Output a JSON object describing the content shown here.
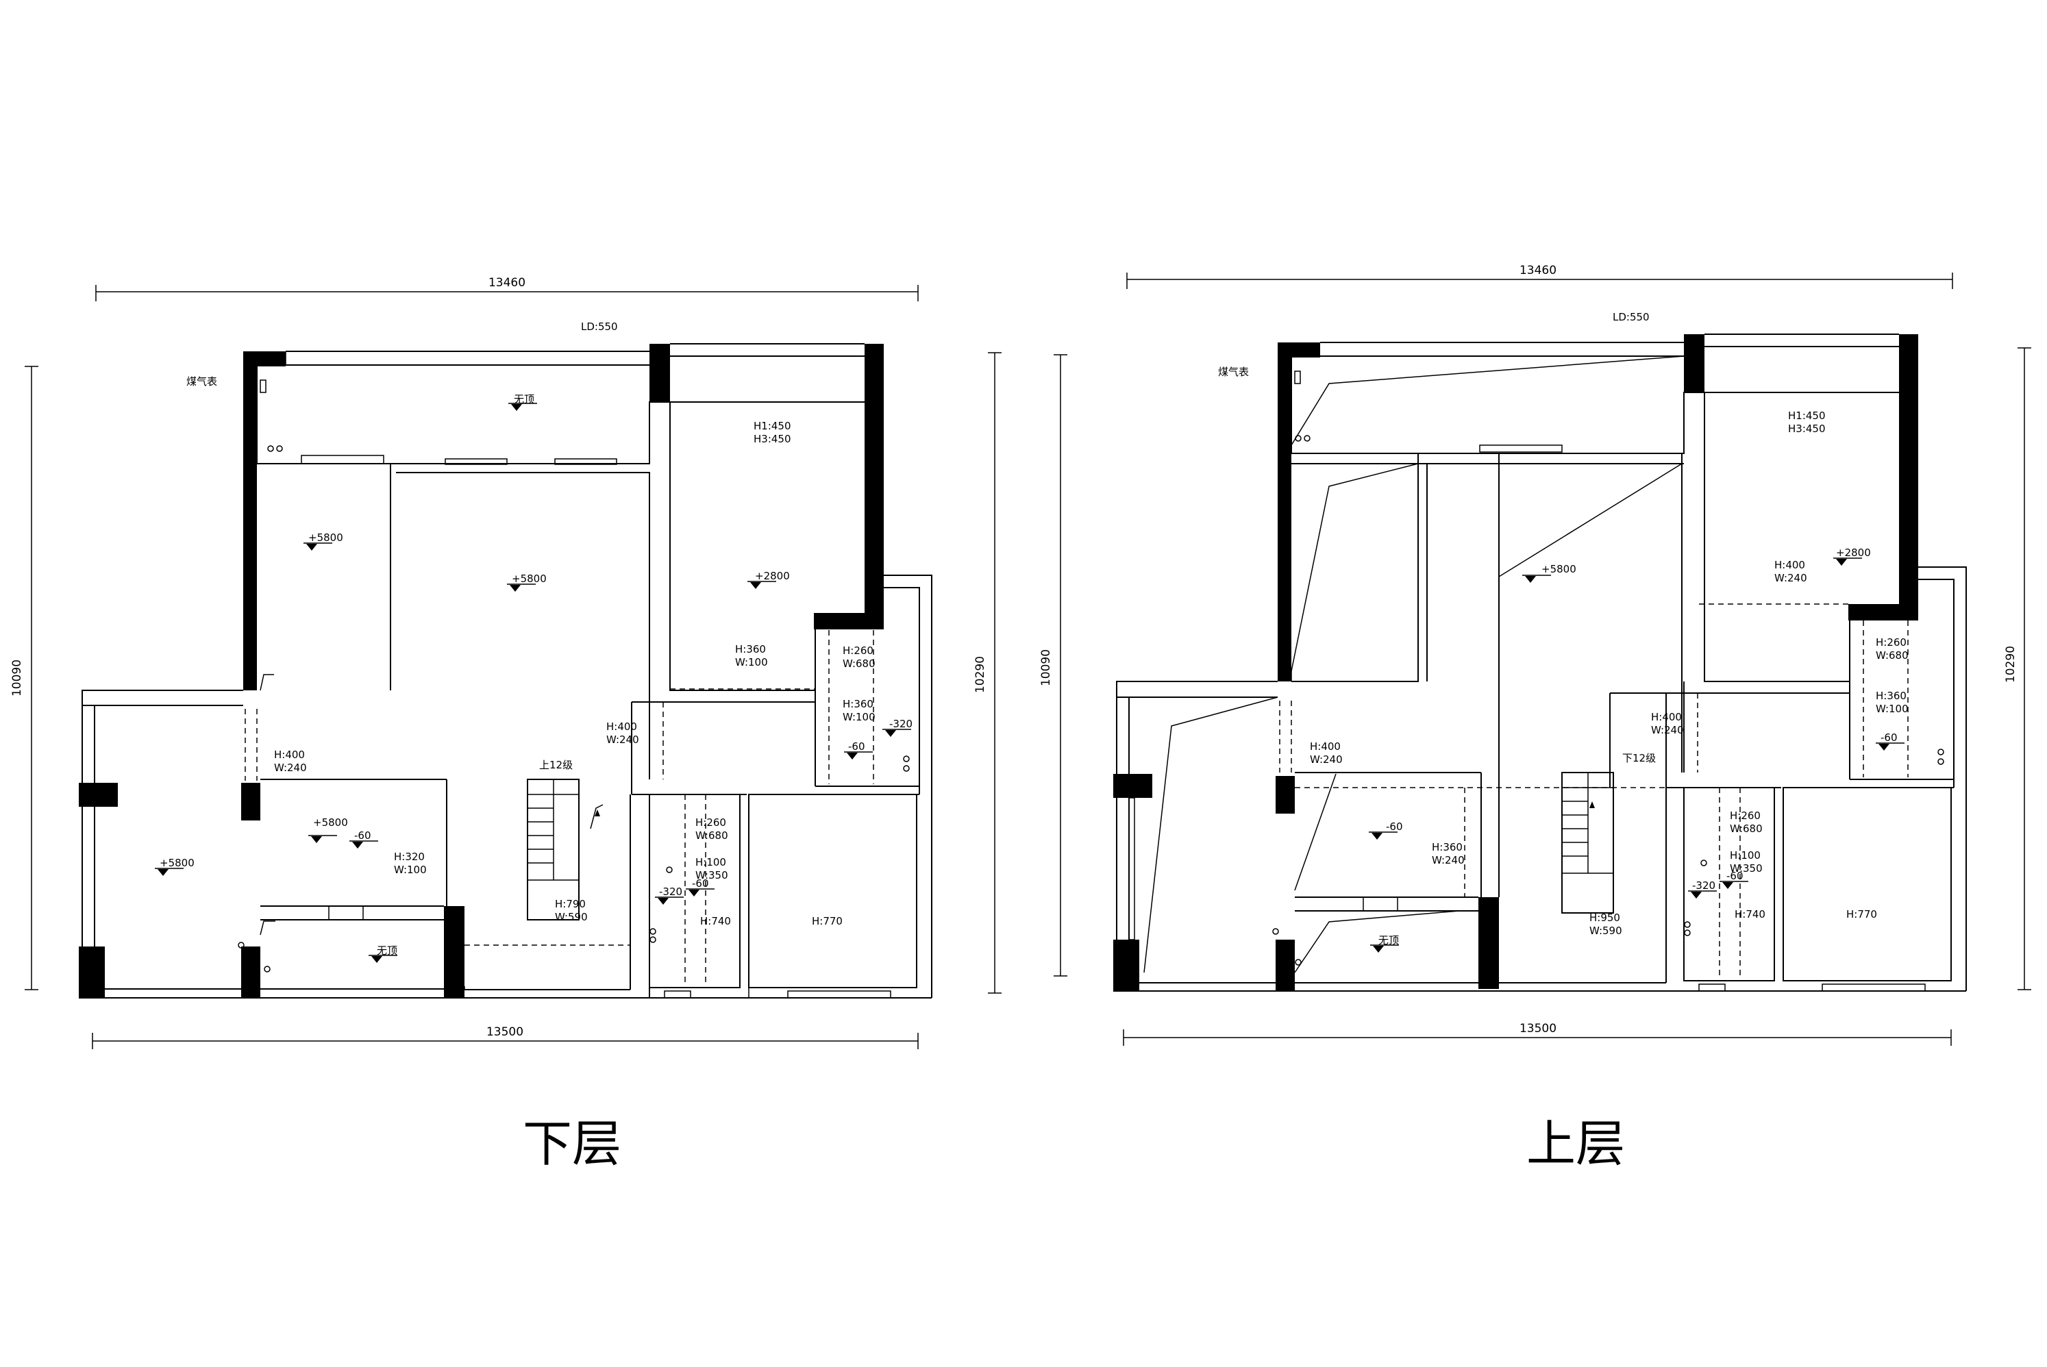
{
  "plans": [
    {
      "id": "lower",
      "title": "下层",
      "dims": {
        "top": "13460",
        "bottom": "13500",
        "left": "10090",
        "right": "10290"
      },
      "labels": {
        "gas_meter": "煤气表",
        "ld": "LD:550",
        "no_ceiling_top": "无顶",
        "no_ceiling_bottom": "无顶",
        "stair": "上12级"
      },
      "elevations": [
        "+5800",
        "+5800",
        "+2800",
        "+5800",
        "+5800",
        "-60",
        "-60",
        "-320",
        "-60",
        "-320"
      ],
      "dim_notes": [
        "H1:450",
        "H3:450",
        "H:360",
        "W:100",
        "H:400",
        "W:240",
        "H:260",
        "W:680",
        "H:360",
        "W:100",
        "H:400",
        "W:240",
        "H:320",
        "W:100",
        "H:260",
        "W:680",
        "H:100",
        "W:350",
        "H:740",
        "H:770",
        "H:790",
        "W:590"
      ]
    },
    {
      "id": "upper",
      "title": "上层",
      "dims": {
        "top": "13460",
        "bottom": "13500",
        "left": "10090",
        "right": "10290"
      },
      "labels": {
        "gas_meter": "煤气表",
        "ld": "LD:550",
        "no_ceiling_bottom": "无顶",
        "stair": "下12级"
      },
      "elevations": [
        "+5800",
        "+2800",
        "-60",
        "-60",
        "-320",
        "-60"
      ],
      "dim_notes": [
        "H1:450",
        "H3:450",
        "H:400",
        "W:240",
        "H:260",
        "W:680",
        "H:360",
        "W:100",
        "H:400",
        "W:240",
        "H:400",
        "W:240",
        "H:360",
        "W:240",
        "H:260",
        "W:680",
        "H:100",
        "W:350",
        "H:740",
        "H:770",
        "H:950",
        "W:590"
      ]
    }
  ]
}
